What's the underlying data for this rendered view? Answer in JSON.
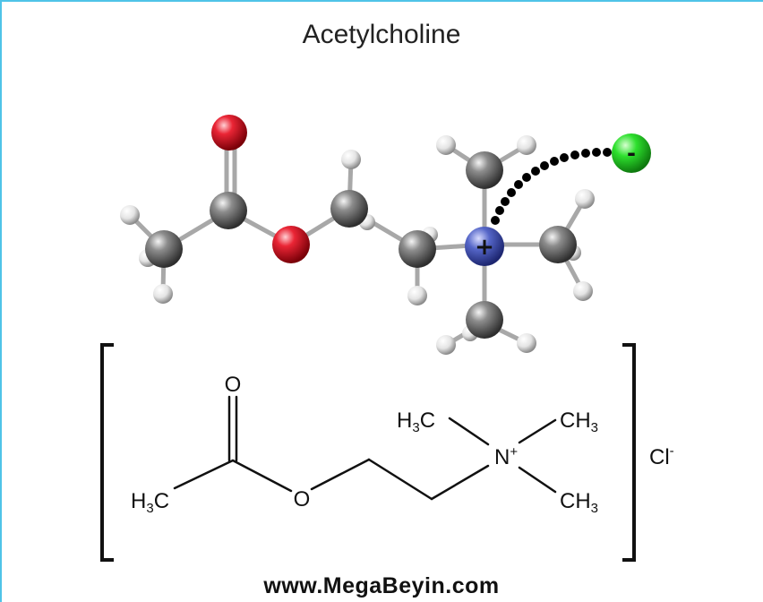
{
  "title": "Acetylcholine",
  "footer": "www.MegaBeyin.com",
  "ball_and_stick": {
    "charge_positive": "+",
    "charge_negative": "-",
    "colors": {
      "carbon": "#6e6e6e",
      "oxygen": "#e0202c",
      "nitrogen": "#4a5cc0",
      "hydrogen": "#e6e6e6",
      "chloride": "#2ee02e",
      "ionic_bond": "#000000"
    }
  },
  "structural_formula": {
    "o_carbonyl": "O",
    "o_ester": "O",
    "h3c_left": {
      "main": "H",
      "sub": "3",
      "tail": "C"
    },
    "h3c_top": {
      "main": "H",
      "sub": "3",
      "tail": "C"
    },
    "ch3_top": {
      "main": "CH",
      "sub": "3"
    },
    "ch3_bottom": {
      "main": "CH",
      "sub": "3"
    },
    "nitrogen": {
      "main": "N",
      "sup": "+"
    },
    "counter_ion": {
      "main": "Cl",
      "sup": "-"
    }
  }
}
